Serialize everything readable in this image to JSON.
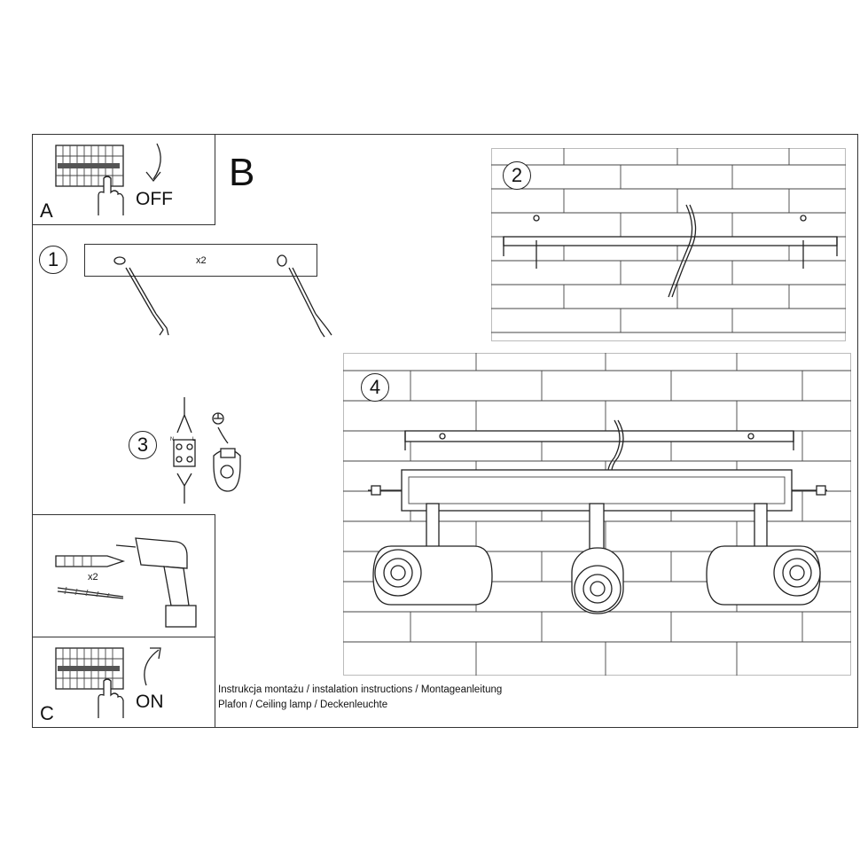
{
  "panels": {
    "a_label": "A",
    "a_word": "OFF",
    "b_label": "B",
    "c_label": "C",
    "c_word": "ON"
  },
  "steps": {
    "one": "1",
    "two": "2",
    "three": "3",
    "four": "4"
  },
  "step1": {
    "count": "x2"
  },
  "drill_panel": {
    "count": "x2"
  },
  "wiring": {
    "n": "N",
    "l": "L"
  },
  "caption": {
    "line1": "Instrukcja montażu / instalation instructions / Montageanleitung",
    "line2": "Plafon / Ceiling lamp / Deckenleuchte"
  }
}
